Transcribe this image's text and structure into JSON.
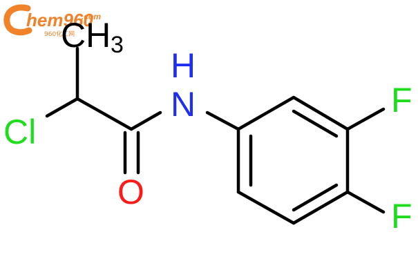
{
  "watermark": {
    "brand": "hem960",
    "suffix": ".com",
    "tagline": "960化工网",
    "color": "#f0822a"
  },
  "molecule": {
    "atoms": {
      "cl": "Cl",
      "ch3_main": "CH",
      "ch3_sub": "3",
      "n": "N",
      "h": "H",
      "o": "O",
      "f1": "F",
      "f2": "F"
    },
    "colors": {
      "bond": "#000000",
      "chlorine": "#1fdc1f",
      "nitrogen": "#1f2ff0",
      "oxygen": "#ff1a1a",
      "fluorine": "#1fdc1f",
      "carbon": "#000000"
    }
  }
}
